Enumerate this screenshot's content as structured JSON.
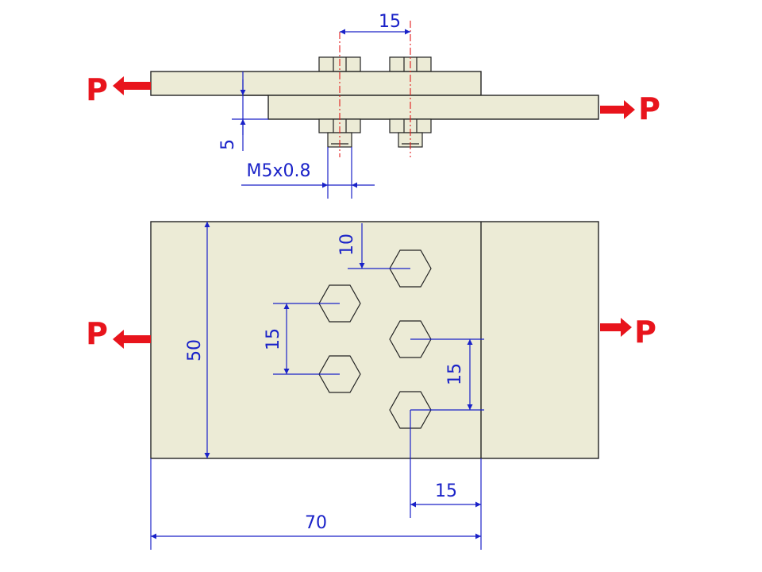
{
  "side_view": {
    "bolt_pitch": "15",
    "plate_thickness": "5",
    "thread_spec": "M5x0.8"
  },
  "plan_view": {
    "edge_distance_top": "10",
    "pitch_left": "15",
    "pitch_right": "15",
    "plate_width": "50",
    "end_distance": "15",
    "overall_length": "70"
  },
  "loads": {
    "side_left": "P",
    "side_right": "P",
    "plan_left": "P",
    "plan_right": "P"
  },
  "colors": {
    "plate_fill": "#ecebd6",
    "dimension": "#1a22c8",
    "load": "#e8141c",
    "centerline": "#e21b1b"
  }
}
